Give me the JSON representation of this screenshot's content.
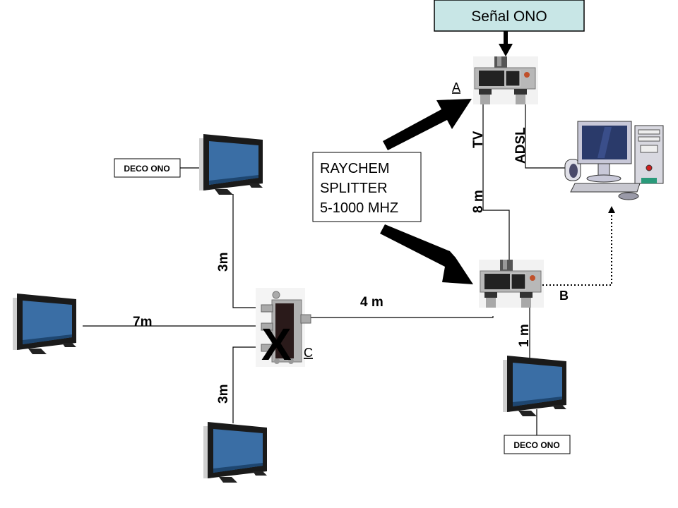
{
  "signal_source": {
    "label": "Señal ONO",
    "fill": "#c8e6e6"
  },
  "info_box": {
    "lines": [
      "RAYCHEM",
      "SPLITTER",
      "5-1000 MHZ"
    ]
  },
  "splitters": {
    "a": {
      "label": "A"
    },
    "b": {
      "label": "B"
    },
    "c": {
      "label": "C",
      "crossed_out_mark": "X"
    }
  },
  "port_labels": {
    "tv": "TV",
    "adsl": "ADSL"
  },
  "cable_lengths": {
    "a_to_b": "8 m",
    "b_to_c": "4 m",
    "b_to_tv": "1 m",
    "c_to_tv_top": "3m",
    "c_to_tv_left": "7m",
    "c_to_tv_bottom": "3m"
  },
  "decoders": {
    "top_left": "DECO ONO",
    "bottom_right": "DECO ONO"
  },
  "colors": {
    "tv_screen": "#3a6ea5",
    "tv_frame": "#1a1a1a",
    "monitor_screen": "#2a3a6a",
    "pc_body": "#d8d8e0"
  }
}
